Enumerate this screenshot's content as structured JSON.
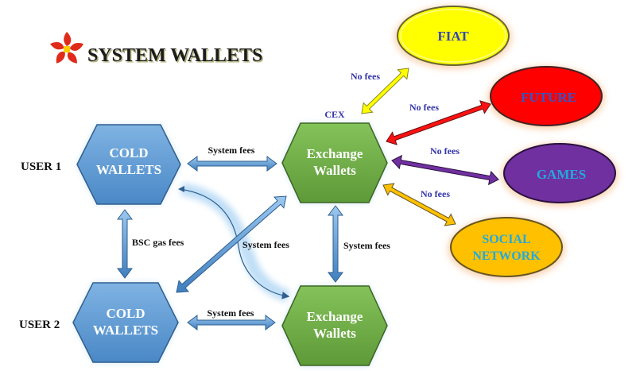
{
  "header": {
    "title": "SYSTEM WALLETS",
    "logo_icon": "red-star-flower-logo"
  },
  "users": [
    {
      "label": "USER 1"
    },
    {
      "label": "USER 2"
    }
  ],
  "nodes": {
    "cold_1": {
      "line1": "COLD",
      "line2": "WALLETS"
    },
    "cold_2": {
      "line1": "COLD",
      "line2": "WALLETS"
    },
    "exchange_1": {
      "line1": "Exchange",
      "line2": "Wallets",
      "caption": "CEX"
    },
    "exchange_2": {
      "line1": "Exchange",
      "line2": "Wallets"
    }
  },
  "destinations": {
    "fiat": {
      "label": "FIAT",
      "fill": "#ffff00",
      "text_color": "#3344bb"
    },
    "future": {
      "label": "FUTURE",
      "fill": "#ff0000",
      "text_color": "#3355cc"
    },
    "games": {
      "label": "GAMES",
      "fill": "#7030a0",
      "text_color": "#22aadd"
    },
    "social": {
      "line1": "SOCIAL",
      "line2": "NETWORK",
      "fill": "#ffc000",
      "text_color": "#22aadd"
    }
  },
  "edges": {
    "cold1_exchange1": "System fees",
    "cold1_cold2": "BSC gas fees",
    "cross": "System fees",
    "exchange1_exchange2": "System fees",
    "cold2_exchange2": "System fees",
    "fiat": "No fees",
    "future": "No fees",
    "games": "No fees",
    "social": "No fees"
  },
  "colors": {
    "cold": "#5b9bd5",
    "exchange": "#70ad47",
    "arrow_blue": "#5b9bd5",
    "fee_label": "#3333aa"
  }
}
